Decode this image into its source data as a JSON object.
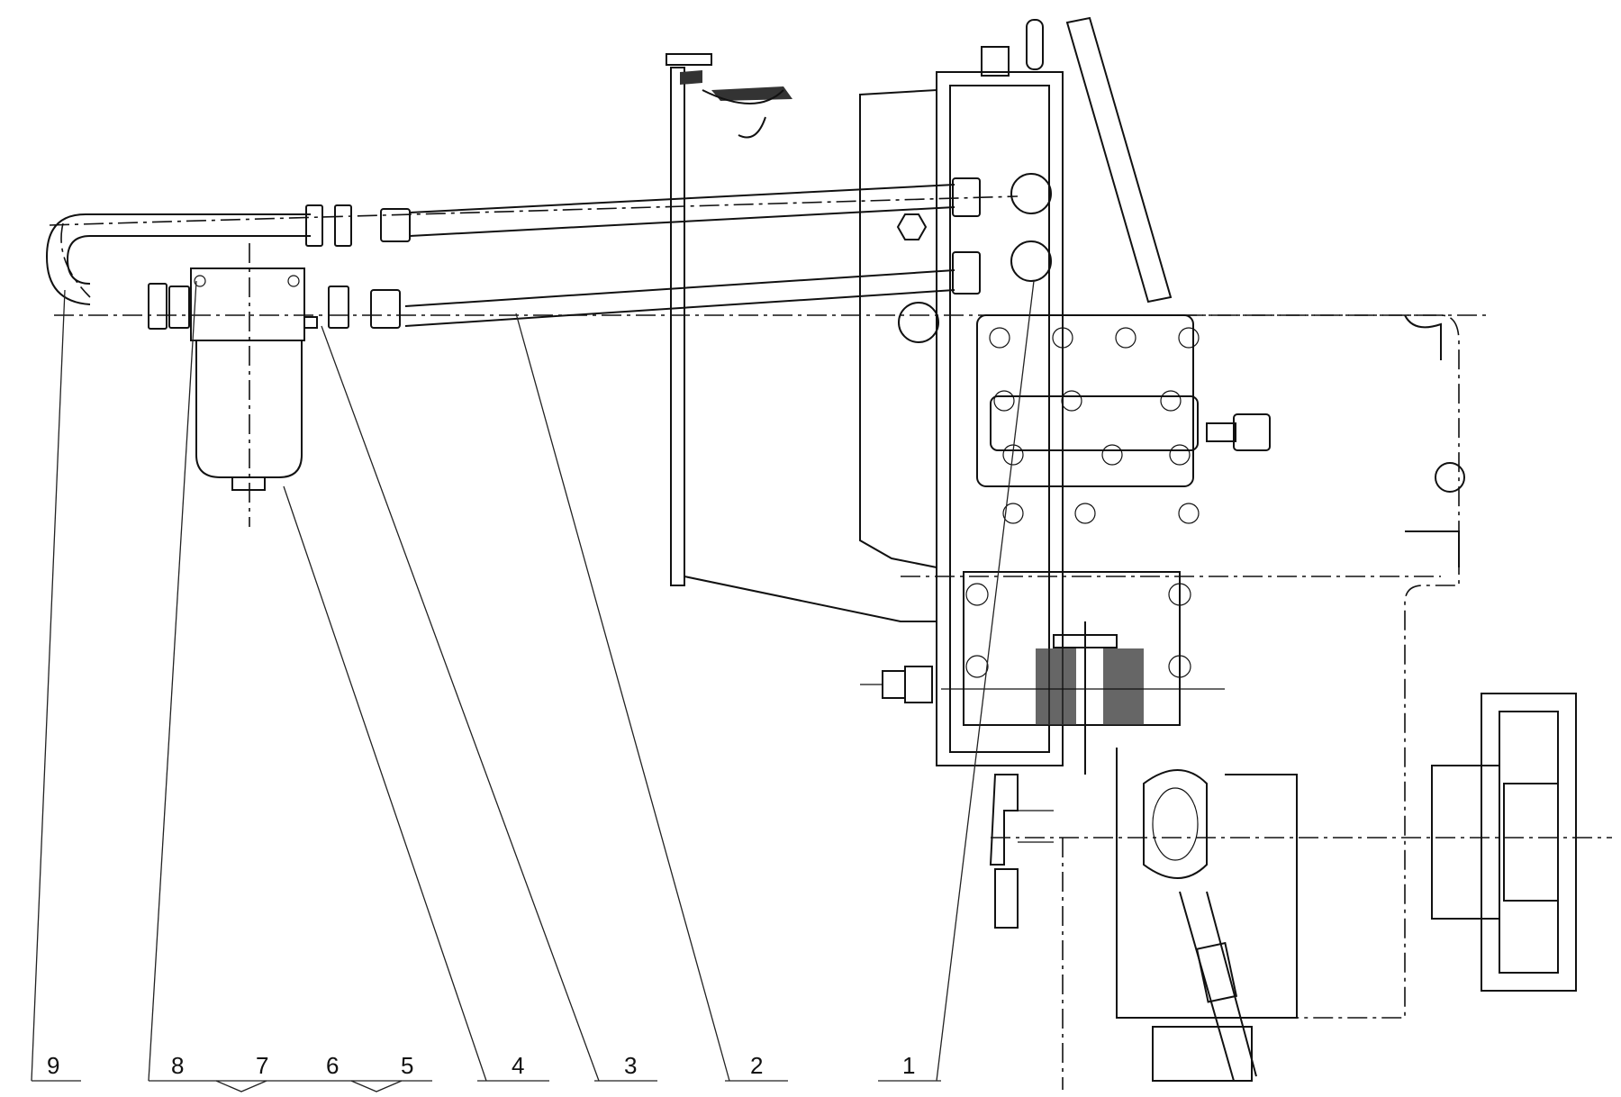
{
  "callouts": [
    {
      "id": "9",
      "label": "9"
    },
    {
      "id": "8",
      "label": "8"
    },
    {
      "id": "7",
      "label": "7"
    },
    {
      "id": "6",
      "label": "6"
    },
    {
      "id": "5",
      "label": "5"
    },
    {
      "id": "4",
      "label": "4"
    },
    {
      "id": "3",
      "label": "3"
    },
    {
      "id": "2",
      "label": "2"
    },
    {
      "id": "1",
      "label": "1"
    }
  ]
}
